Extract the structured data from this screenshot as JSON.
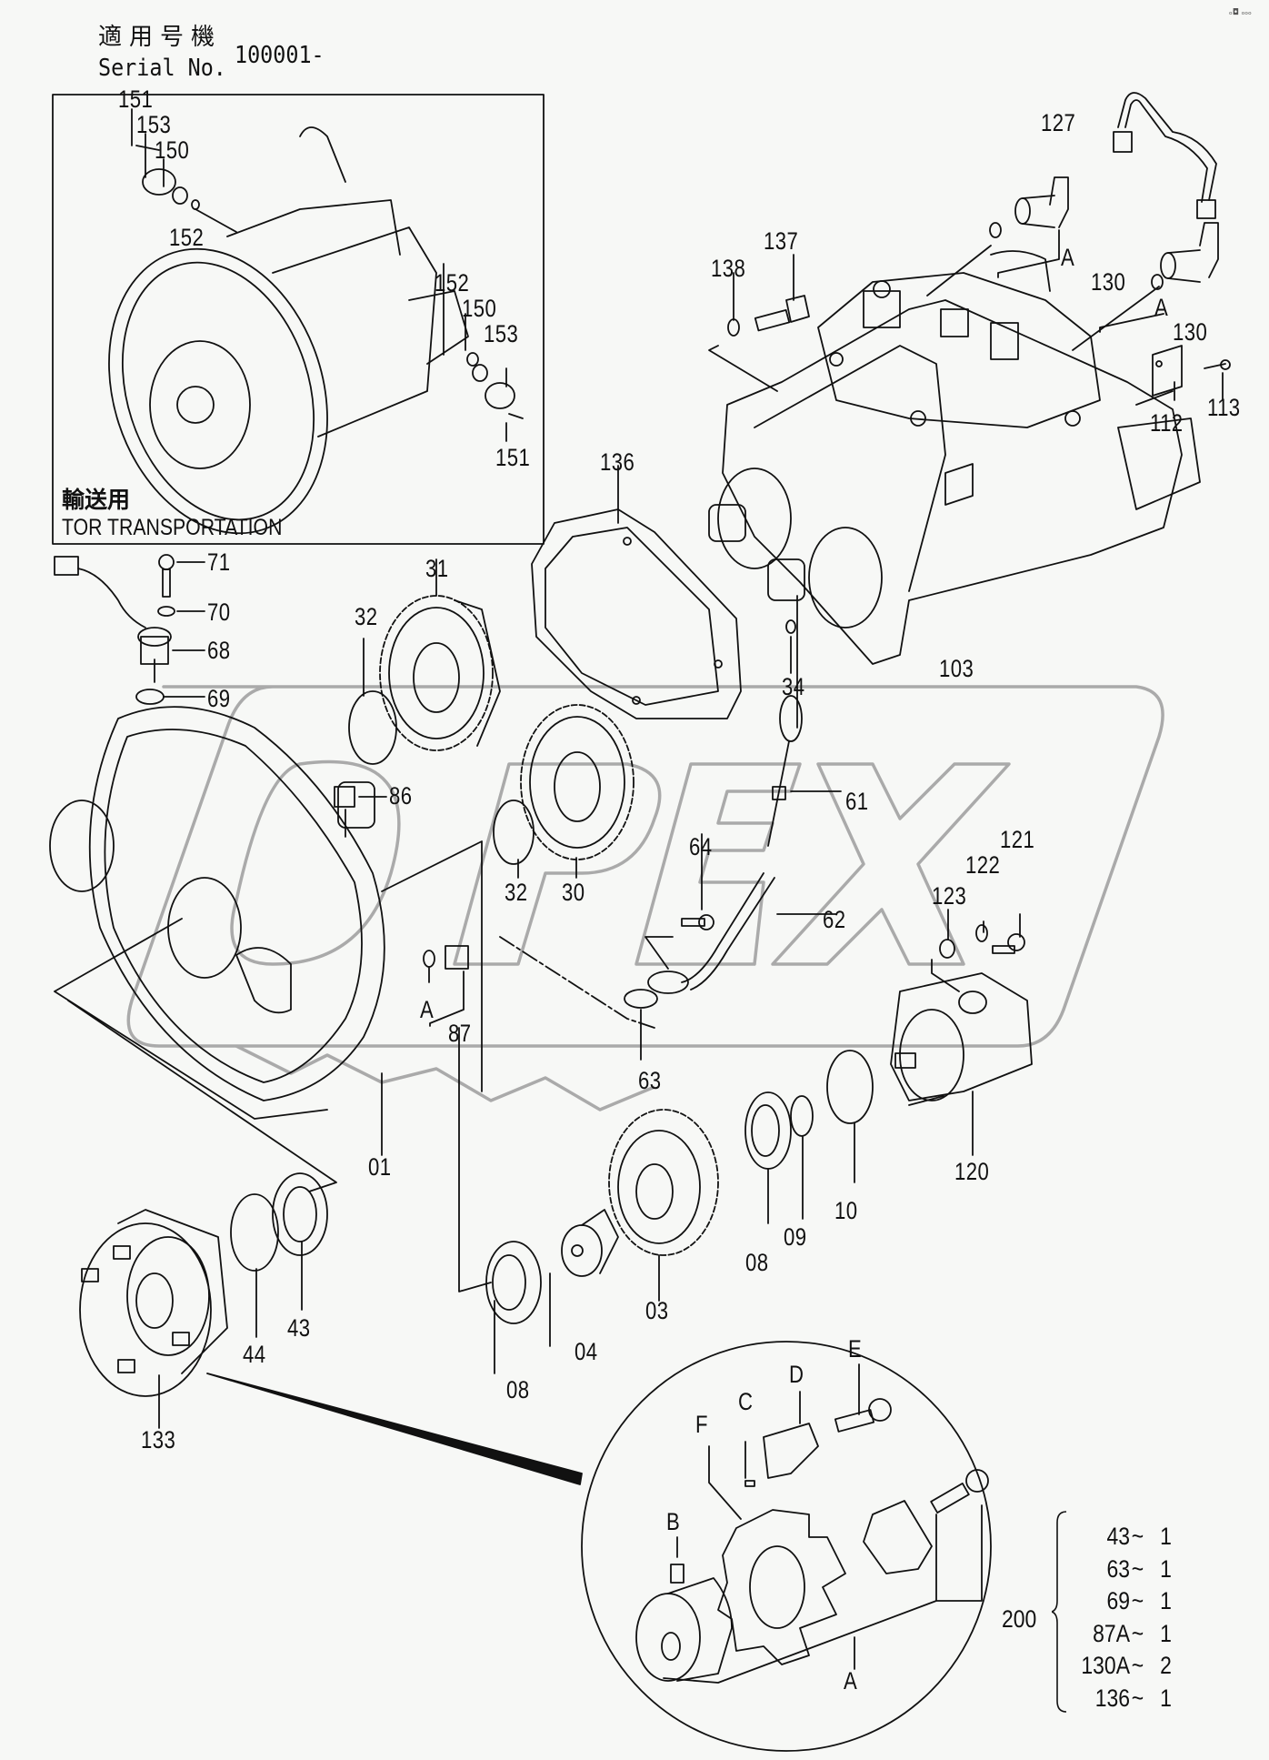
{
  "header": {
    "applicable_model_jp": "適用号機",
    "serial_label": "Serial No.",
    "serial_value": "100001-"
  },
  "inset": {
    "note_jp": "輸送用",
    "note_en": "TOR TRANSPORTATION",
    "callouts": [
      "151",
      "153",
      "150",
      "152",
      "152",
      "150",
      "153",
      "151"
    ]
  },
  "watermark": "OPEX",
  "corner_mark": "ₒ◘ ₒₒₒ",
  "callouts": {
    "c127": "127",
    "c137": "137",
    "c138": "138",
    "c130a": "130",
    "c130b": "130",
    "cA1": "A",
    "cA2": "A",
    "c113": "113",
    "c112": "112",
    "c136": "136",
    "c103": "103",
    "c34": "34",
    "c71": "71",
    "c70": "70",
    "c68": "68",
    "c69": "69",
    "c31": "31",
    "c32a": "32",
    "c32b": "32",
    "c30": "30",
    "c86": "86",
    "c87": "87",
    "cA3": "A",
    "c61": "61",
    "c64": "64",
    "c62": "62",
    "c63": "63",
    "c121": "121",
    "c122": "122",
    "c123": "123",
    "c120": "120",
    "c01": "01",
    "c10": "10",
    "c09": "09",
    "c08a": "08",
    "c08b": "08",
    "c03": "03",
    "c04": "04",
    "c43": "43",
    "c44": "44",
    "c133": "133",
    "dB": "B",
    "dC": "C",
    "dD": "D",
    "dE": "E",
    "dF": "F",
    "dA": "A"
  },
  "kit": {
    "number": "200",
    "items": [
      {
        "part": "43",
        "qty": "1"
      },
      {
        "part": "63",
        "qty": "1"
      },
      {
        "part": "69",
        "qty": "1"
      },
      {
        "part": "87A",
        "qty": "1"
      },
      {
        "part": "130A",
        "qty": "2"
      },
      {
        "part": "136",
        "qty": "1"
      }
    ]
  }
}
